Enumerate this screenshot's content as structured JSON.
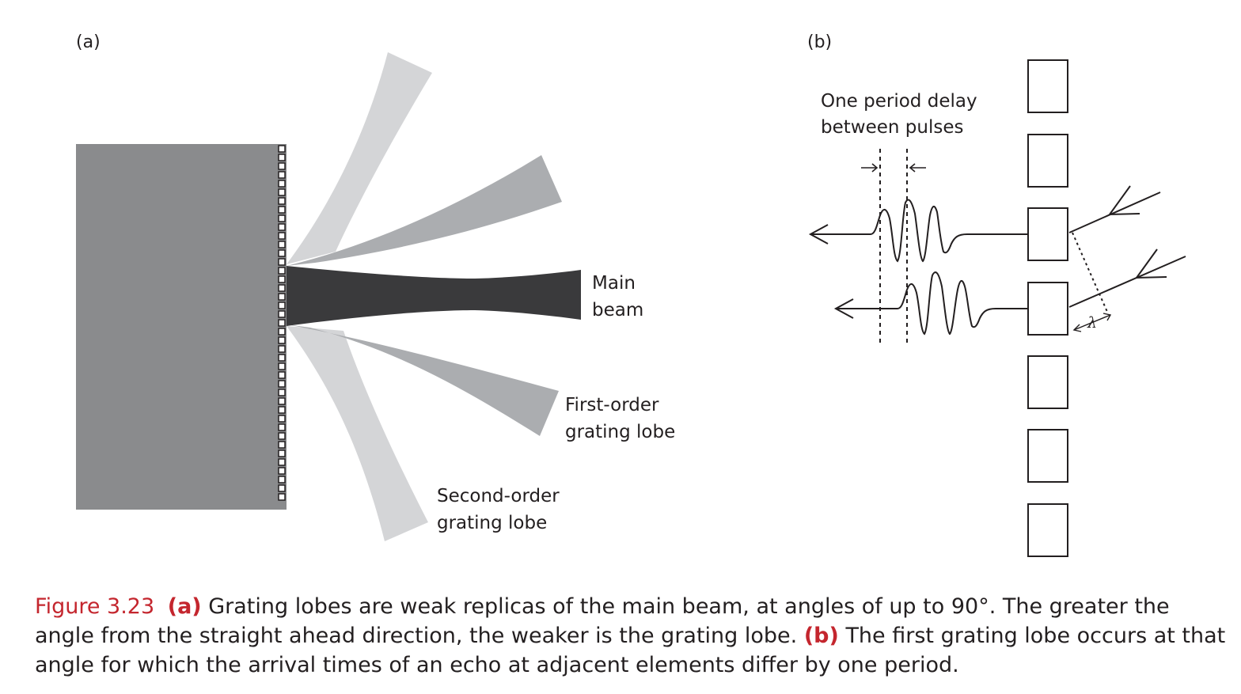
{
  "panel_a": {
    "label": "(a)",
    "main_beam": [
      "Main",
      "beam"
    ],
    "first_order_lobe": [
      "First-order",
      "grating lobe"
    ],
    "second_order_lobe": [
      "Second-order",
      "grating lobe"
    ]
  },
  "panel_b": {
    "label": "(b)",
    "delay_label": [
      "One period delay",
      "between pulses"
    ],
    "wavelength_symbol": "λ"
  },
  "caption": {
    "figure_number": "Figure 3.23",
    "part_a_tag": "(a)",
    "part_a_text": " Grating lobes are weak replicas of the main beam, at angles of up to 90°. The greater the angle from the straight ahead direction, the weaker is the grating lobe. ",
    "part_b_tag": "(b)",
    "part_b_text": " The first grating lobe occurs at that angle for which the arrival times of an echo at adjacent elements differ by one period."
  },
  "colors": {
    "transducer": "#8a8b8d",
    "main_beam": "#3a3a3c",
    "first_order": "#abadb0",
    "second_order": "#d4d5d7",
    "caption_accent": "#c4262e"
  }
}
